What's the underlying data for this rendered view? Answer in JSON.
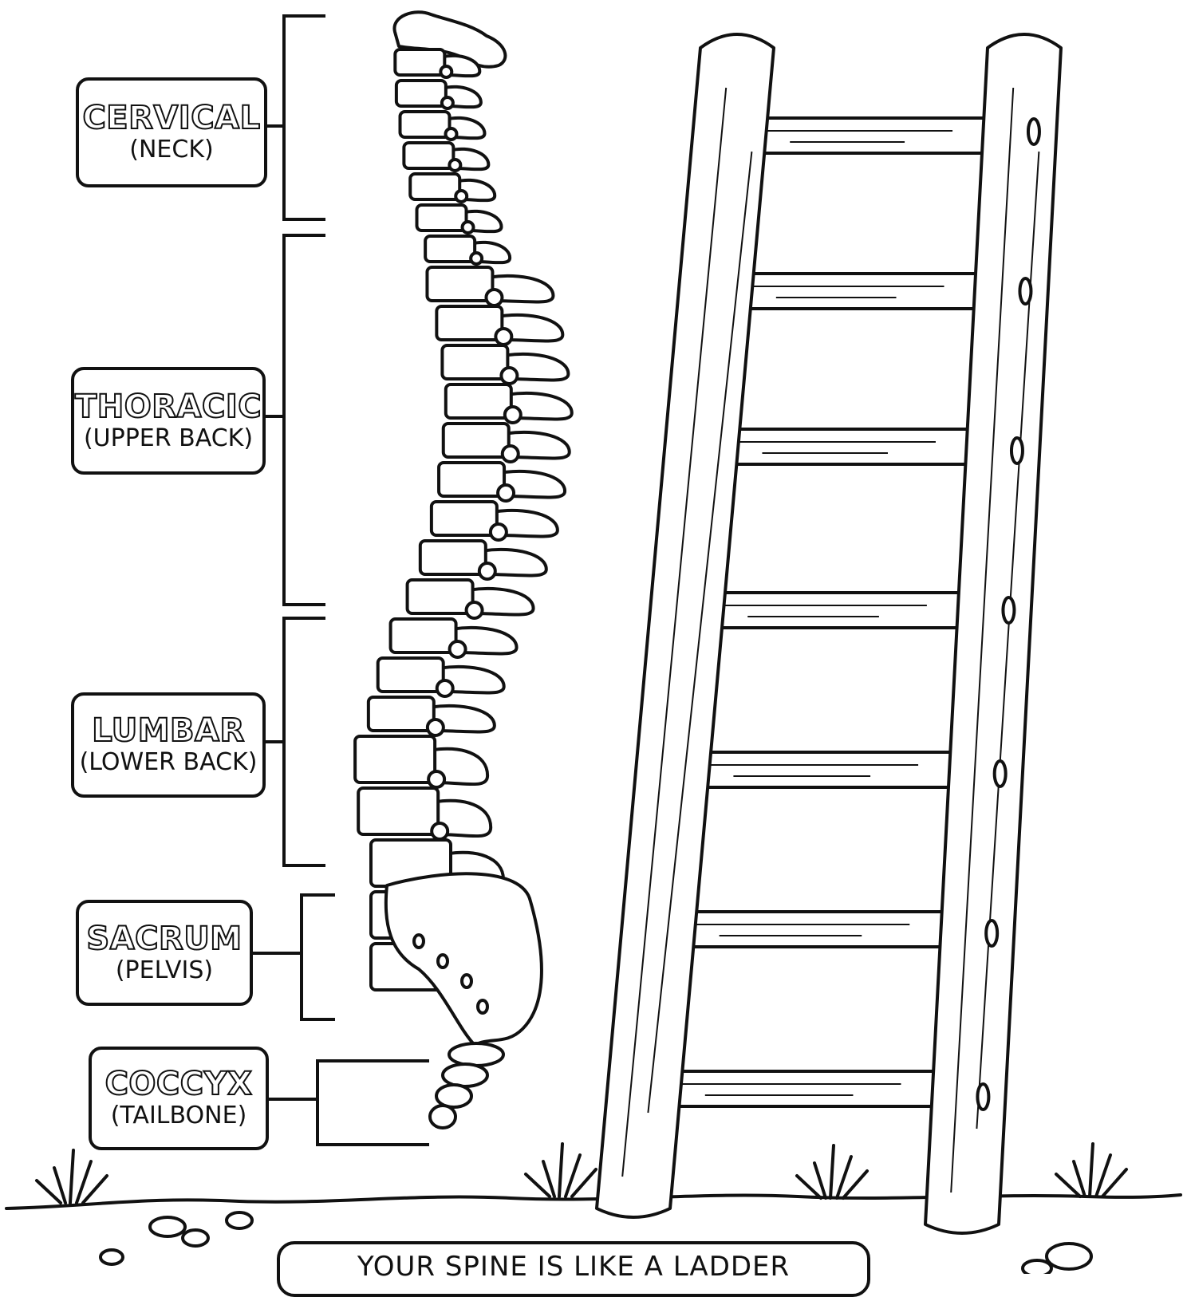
{
  "labels": {
    "cervical": {
      "title": "CERVICAL",
      "sub": "(NECK)"
    },
    "thoracic": {
      "title": "THORACIC",
      "sub": "(UPPER BACK)"
    },
    "lumbar": {
      "title": "LUMBAR",
      "sub": "(LOWER BACK)"
    },
    "sacrum": {
      "title": "SACRUM",
      "sub": "(PELVIS)"
    },
    "coccyx": {
      "title": "COCCYX",
      "sub": "(TAILBONE)"
    }
  },
  "caption": "YOUR SPINE IS LIKE A LADDER",
  "counts": {
    "cervical": 7,
    "thoracic": 12,
    "lumbar": 5,
    "coccyx_segments": 4
  },
  "colors": {
    "ink": "#111111",
    "paper": "#ffffff"
  }
}
